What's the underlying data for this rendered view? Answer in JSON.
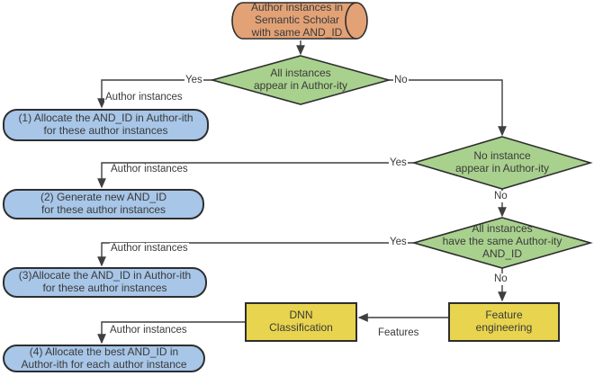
{
  "colors": {
    "cylinder": "#E2A276",
    "decision": "#A9D18E",
    "result": "#A7C6E8",
    "process": "#E8D44E",
    "line": "#3F3F3F",
    "stroke": "#2E2E2E",
    "text": "#3A3A3A",
    "background": "#FFFFFF"
  },
  "nodes": {
    "source": "Author instances in\nSemantic Scholar\nwith same AND_ID",
    "decision1": "All instances\nappear in Author-ity",
    "decision2": "No instance\nappear in Author-ity",
    "decision3": "All instances\nhave the same Author-ity\nAND_ID",
    "result1": "(1) Allocate the AND_ID in Author-ith\nfor these author instances",
    "result2": "(2) Generate new AND_ID\nfor these author instances",
    "result3": "(3)Allocate the AND_ID in Author-ith\nfor these author instances",
    "result4": "(4) Allocate the best AND_ID in\nAuthor-ith for each author instance",
    "process_dnn": "DNN\nClassification",
    "process_feature": "Feature\nengineering"
  },
  "edge_labels": {
    "yes1": "Yes",
    "no1": "No",
    "yes2": "Yes",
    "no2": "No",
    "yes3": "Yes",
    "no3": "No",
    "author_instances1": "Author instances",
    "author_instances2": "Author instances",
    "author_instances3": "Author instances",
    "author_instances4": "Author instances",
    "features": "Features"
  }
}
